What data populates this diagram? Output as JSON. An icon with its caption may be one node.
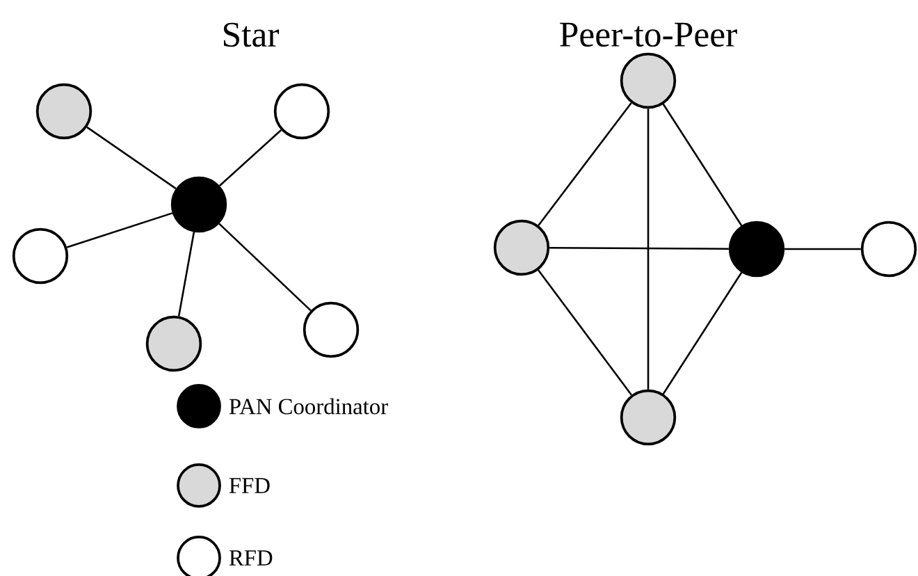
{
  "diagram": {
    "nodes": [
      {
        "text": [],
        "shape": "circle"
      },
      {
        "text": [],
        "shape": "circle"
      },
      {
        "text": [],
        "shape": "circle"
      },
      {
        "text": [],
        "shape": "circle"
      },
      {
        "text": [],
        "shape": "circle"
      },
      {
        "text": [],
        "shape": "circle"
      },
      {
        "text": [],
        "shape": "circle"
      },
      {
        "text": [],
        "shape": "circle"
      },
      {
        "text": [],
        "shape": "circle"
      },
      {
        "text": [],
        "shape": "circle"
      },
      {
        "text": [],
        "shape": "circle"
      }
    ],
    "edges": [
      {
        "from": 2,
        "to": 0,
        "arrow": "none"
      },
      {
        "from": 2,
        "to": 1,
        "arrow": "none"
      },
      {
        "from": 2,
        "to": 3,
        "arrow": "none"
      },
      {
        "from": 2,
        "to": 4,
        "arrow": "none"
      },
      {
        "from": 2,
        "to": 5,
        "arrow": "none"
      },
      {
        "from": 6,
        "to": 7,
        "arrow": "none"
      },
      {
        "from": 6,
        "to": 8,
        "arrow": "none"
      },
      {
        "from": 6,
        "to": 10,
        "arrow": "none"
      },
      {
        "from": 7,
        "to": 8,
        "arrow": "none"
      },
      {
        "from": 7,
        "to": 10,
        "arrow": "none"
      },
      {
        "from": 8,
        "to": 10,
        "arrow": "none"
      },
      {
        "from": 8,
        "to": 9,
        "arrow": "none"
      }
    ],
    "labels": [
      "Star",
      "Peer-to-Peer"
    ],
    "legend": [
      {
        "text": "PAN Coordinator",
        "color": "#000000"
      },
      {
        "text": "FFD",
        "color": "#d9d9d9"
      },
      {
        "text": "RFD"
      }
    ]
  }
}
